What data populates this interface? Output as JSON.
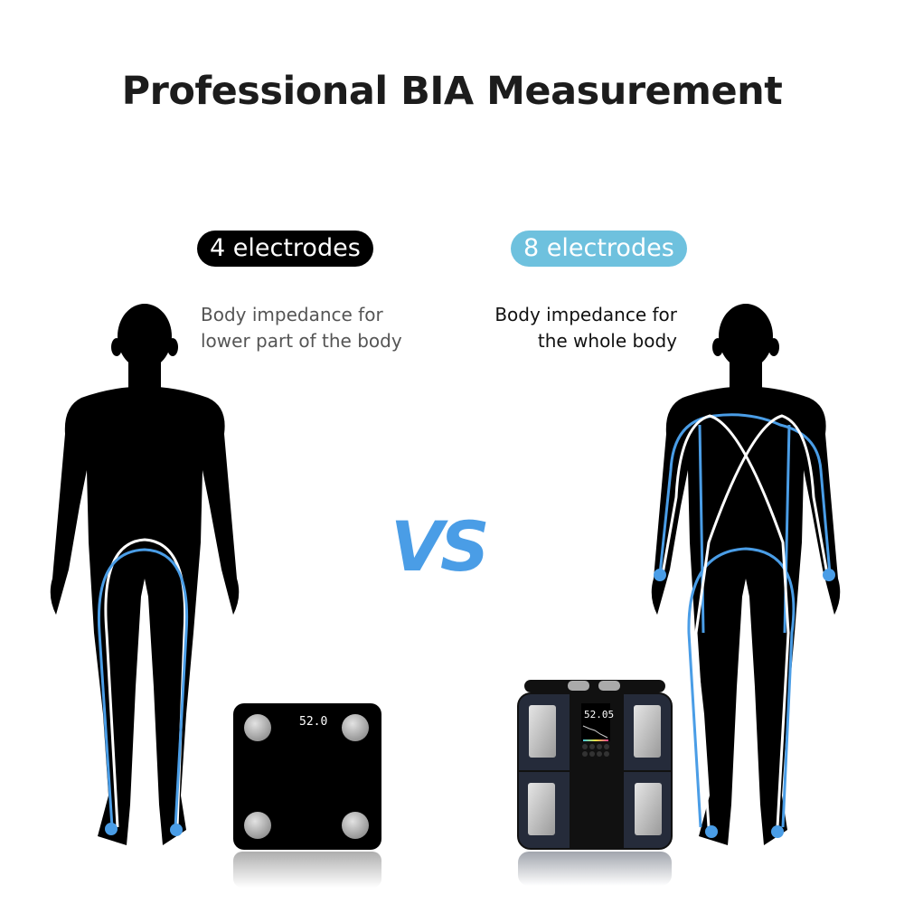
{
  "header": {
    "title": "Professional BIA Measurement"
  },
  "left_panel": {
    "badge": "4 electrodes",
    "badge_color": "#000000",
    "description_line1": "Body impedance for",
    "description_line2": "lower part of the body",
    "figure_icon": "human-silhouette-4-electrode-icon",
    "scale": {
      "display_value": "52.0",
      "icon": "bathroom-scale-4-electrode-icon"
    }
  },
  "right_panel": {
    "badge": "8 electrodes",
    "badge_color": "#6ec1de",
    "description_line1": "Body impedance for",
    "description_line2": "the whole body",
    "figure_icon": "human-silhouette-8-electrode-icon",
    "scale": {
      "display_value": "52.05",
      "icon": "bathroom-scale-8-electrode-icon"
    }
  },
  "center": {
    "vs_label": "VS",
    "vs_color": "#4a9de6"
  },
  "colors": {
    "current_blue": "#4a9de6",
    "current_white": "#ffffff",
    "silhouette": "#000000"
  }
}
